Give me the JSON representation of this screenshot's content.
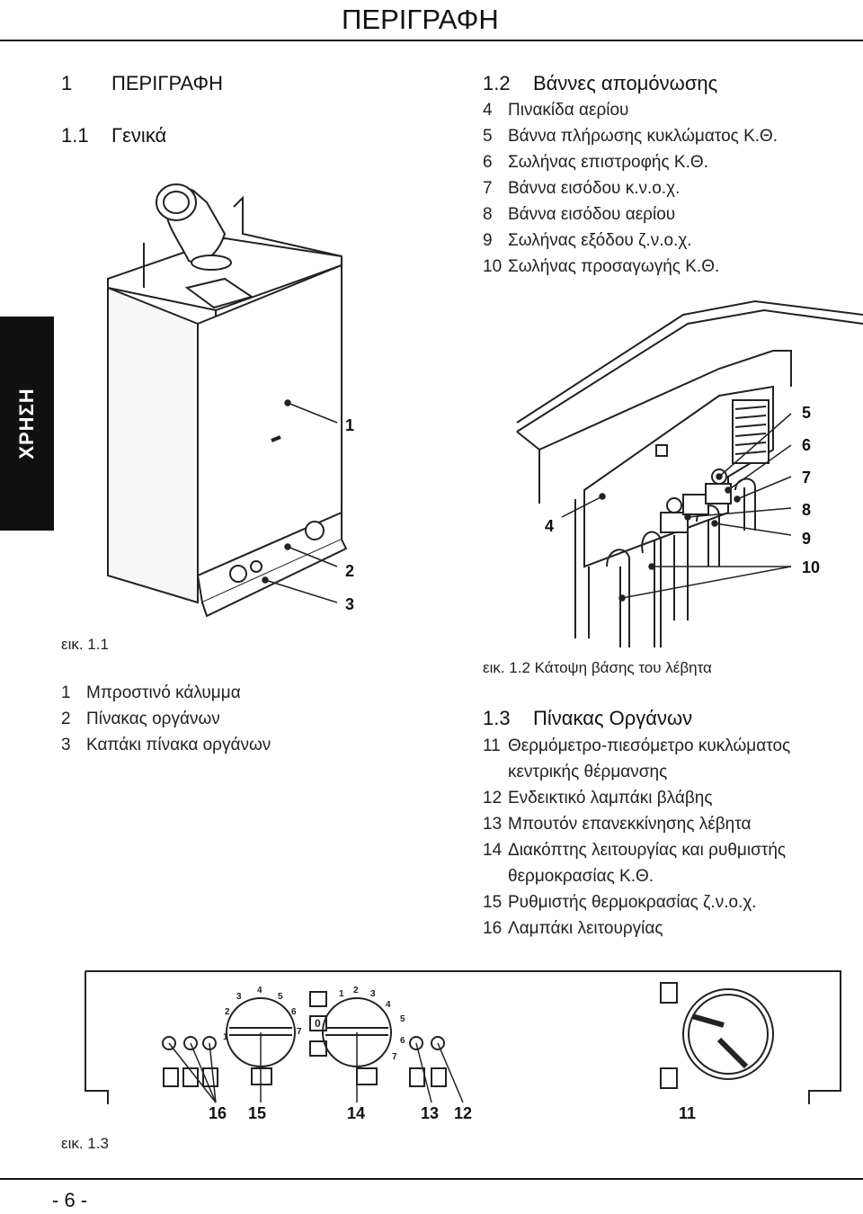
{
  "header": {
    "title": "ΠΕΡΙΓΡΑΦΗ"
  },
  "side_tab": {
    "label": "ΧΡΗΣΗ"
  },
  "section1": {
    "num": "1",
    "title": "ΠΕΡΙΓΡΑΦΗ"
  },
  "section11": {
    "num": "1.1",
    "title": "Γενικά"
  },
  "section12": {
    "num": "1.2",
    "title": "Βάννες απομόνωσης",
    "items": [
      {
        "num": "4",
        "text": "Πινακίδα αερίου"
      },
      {
        "num": "5",
        "text": "Βάννα πλήρωσης κυκλώματος Κ.Θ."
      },
      {
        "num": "6",
        "text": "Σωλήνας επιστροφής Κ.Θ."
      },
      {
        "num": "7",
        "text": "Βάννα εισόδου κ.ν.ο.χ."
      },
      {
        "num": "8",
        "text": "Βάννα εισόδου αερίου"
      },
      {
        "num": "9",
        "text": "Σωλήνας εξόδου ζ.ν.ο.χ."
      },
      {
        "num": "10",
        "text": "Σωλήνας προσαγωγής Κ.Θ."
      }
    ]
  },
  "fig11": {
    "label": "εικ. 1.1",
    "callouts": [
      "1",
      "2",
      "3"
    ],
    "items": [
      {
        "num": "1",
        "text": "Μπροστινό κάλυμμα"
      },
      {
        "num": "2",
        "text": "Πίνακας οργάνων"
      },
      {
        "num": "3",
        "text": "Καπάκι πίνακα οργάνων"
      }
    ]
  },
  "fig12": {
    "label": "εικ. 1.2",
    "caption": "Κάτοψη βάσης του λέβητα",
    "callouts": [
      "4",
      "5",
      "6",
      "7",
      "8",
      "9",
      "10"
    ]
  },
  "section13": {
    "num": "1.3",
    "title": "Πίνακας Οργάνων",
    "items": [
      {
        "num": "11",
        "text": "Θερμόμετρο-πιεσόμετρο κυκλώματος",
        "cont": "κεντρικής θέρμανσης"
      },
      {
        "num": "12",
        "text": "Ενδεικτικό λαμπάκι βλάβης",
        "cont": ""
      },
      {
        "num": "13",
        "text": "Μπουτόν επανεκκίνησης λέβητα",
        "cont": ""
      },
      {
        "num": "14",
        "text": "Διακόπτης λειτουργίας και ρυθμιστής",
        "cont": "θερμοκρασίας Κ.Θ."
      },
      {
        "num": "15",
        "text": "Ρυθμιστής θερμοκρασίας ζ.ν.ο.χ.",
        "cont": ""
      },
      {
        "num": "16",
        "text": "Λαμπάκι λειτουργίας",
        "cont": ""
      }
    ]
  },
  "fig13": {
    "label": "εικ. 1.3",
    "callouts": [
      "16",
      "15",
      "14",
      "13",
      "12",
      "11"
    ],
    "dial_left_ticks": [
      "1",
      "2",
      "3",
      "4",
      "5",
      "6",
      "7"
    ],
    "dial_right_ticks": [
      "1",
      "2",
      "3",
      "4",
      "5",
      "6",
      "7"
    ],
    "switch_zero": "0"
  },
  "footer": {
    "page": "- 6 -"
  }
}
